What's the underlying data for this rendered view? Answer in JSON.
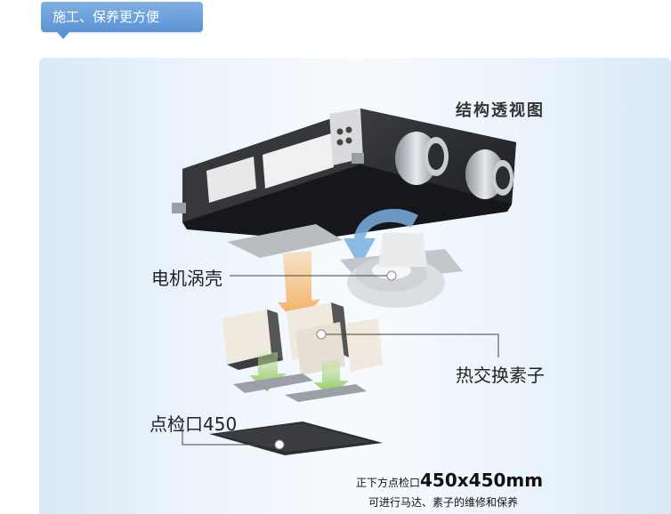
{
  "header": {
    "tag_label": "施工、保养更方便"
  },
  "panel": {
    "title": "结构透视图",
    "labels": {
      "motor_housing": "电机涡壳",
      "heat_exchanger": "热交换素子",
      "inspection_port": "点检口450"
    },
    "note": {
      "line1_prefix": "正下方点检口",
      "line1_size": "450x450mm",
      "line2": "可进行马达、素子的维修和保养"
    }
  },
  "colors": {
    "tag_bg": "#5b93d3",
    "panel_bg": "#eaf3fb",
    "arrow_orange": "#f2a54a",
    "arrow_blue": "#7aaee0",
    "arrow_green": "#8fc85a"
  }
}
